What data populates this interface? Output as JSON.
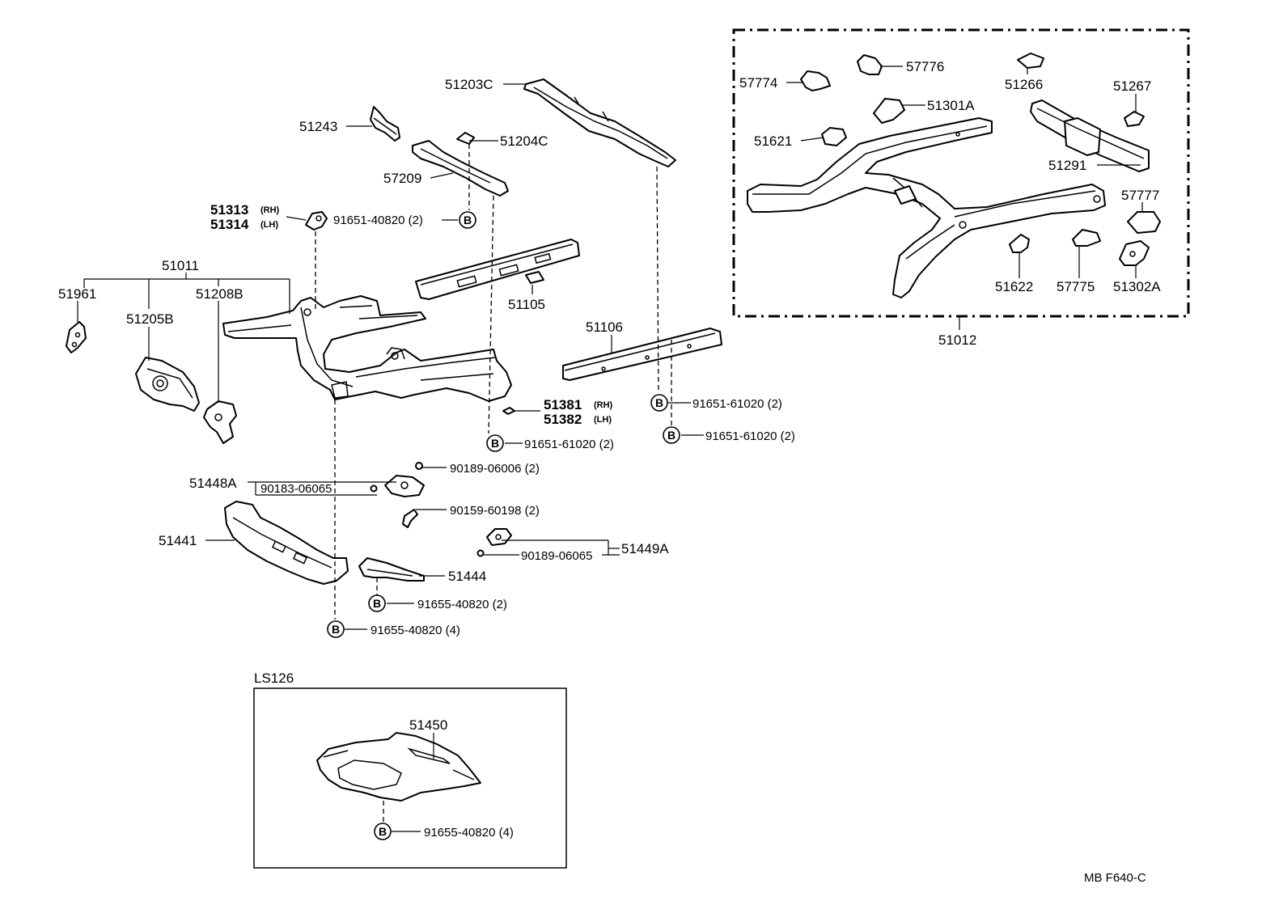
{
  "labels": {
    "p51203C": "51203C",
    "p51243": "51243",
    "p51204C": "51204C",
    "p57209": "57209",
    "p51313": "51313",
    "p51313_side": "(RH)",
    "p51314": "51314",
    "p51314_side": "(LH)",
    "r91651_40820": "91651-40820 (2)",
    "p51011": "51011",
    "p51961": "51961",
    "p51208B": "51208B",
    "p51205B": "51205B",
    "p51105": "51105",
    "p51106": "51106",
    "p51381": "51381",
    "p51381_side": "(RH)",
    "p51382": "51382",
    "p51382_side": "(LH)",
    "r91651_61020_a": "91651-61020 (2)",
    "r91651_61020_b": "91651-61020 (2)",
    "r91651_61020_c": "91651-61020 (2)",
    "r90189_06006": "90189-06006 (2)",
    "p51448A": "51448A",
    "r90183_06065": "90183-06065",
    "r90159_60198": "90159-60198 (2)",
    "p51441": "51441",
    "r90189_06065": "90189-06065",
    "p51449A": "51449A",
    "p51444": "51444",
    "r91655_40820_a": "91655-40820 (2)",
    "r91655_40820_b": "91655-40820 (4)",
    "r91655_40820_c": "91655-40820 (4)",
    "box_title": "LS126",
    "p51450": "51450",
    "p57774": "57774",
    "p57776": "57776",
    "p51266": "51266",
    "p51267": "51267",
    "p51301A": "51301A",
    "p51621": "51621",
    "p51291": "51291",
    "p57777": "57777",
    "p51622": "51622",
    "p57775": "57775",
    "p51302A": "51302A",
    "p51012": "51012",
    "bolt_mark": "B",
    "footer": "MB  F640-C"
  }
}
